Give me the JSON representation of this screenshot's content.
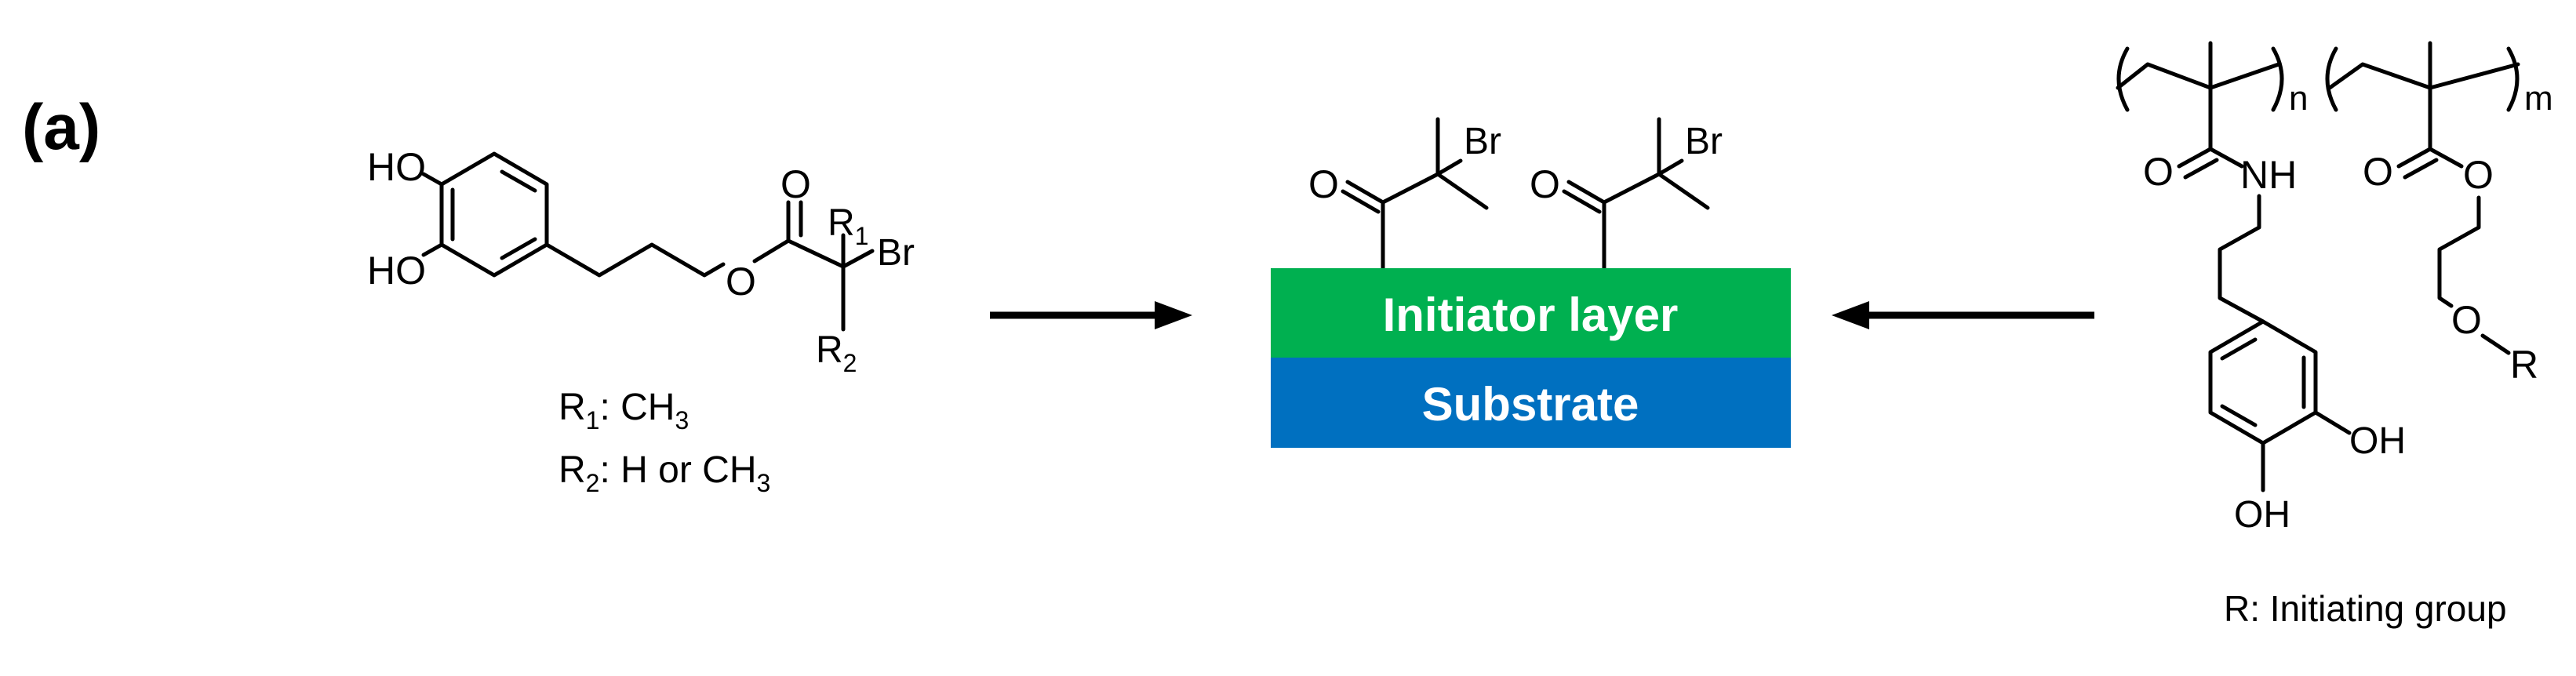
{
  "panel_label": "(a)",
  "left_molecule": {
    "oh_top": "HO",
    "oh_bottom": "HO",
    "ester_o_top": "O",
    "ester_o_bottom": "O",
    "r1_label": "R",
    "r1_sub": "1",
    "r2_label": "R",
    "r2_sub": "2",
    "br": "Br",
    "legend_r1": {
      "r": "R",
      "sub": "1",
      "text": ": CH",
      "sub2": "3"
    },
    "legend_r2": {
      "r": "R",
      "sub": "2",
      "text": ": H or CH",
      "sub2": "3"
    }
  },
  "center": {
    "initiator_layer": "Initiator layer",
    "substrate": "Substrate",
    "o1": "O",
    "br1": "Br",
    "o2": "O",
    "br2": "Br",
    "colors": {
      "initiator": "#00b050",
      "substrate": "#0070c0",
      "text": "#ffffff"
    }
  },
  "right_molecule": {
    "sub_n": "n",
    "sub_m": "m",
    "amide_o": "O",
    "nh": "NH",
    "ester_o_top": "O",
    "ester_o_link": "O",
    "o_r": "O",
    "r_label": "R",
    "oh_right": "OH",
    "oh_bottom": "OH",
    "legend": "R: Initiating group"
  }
}
